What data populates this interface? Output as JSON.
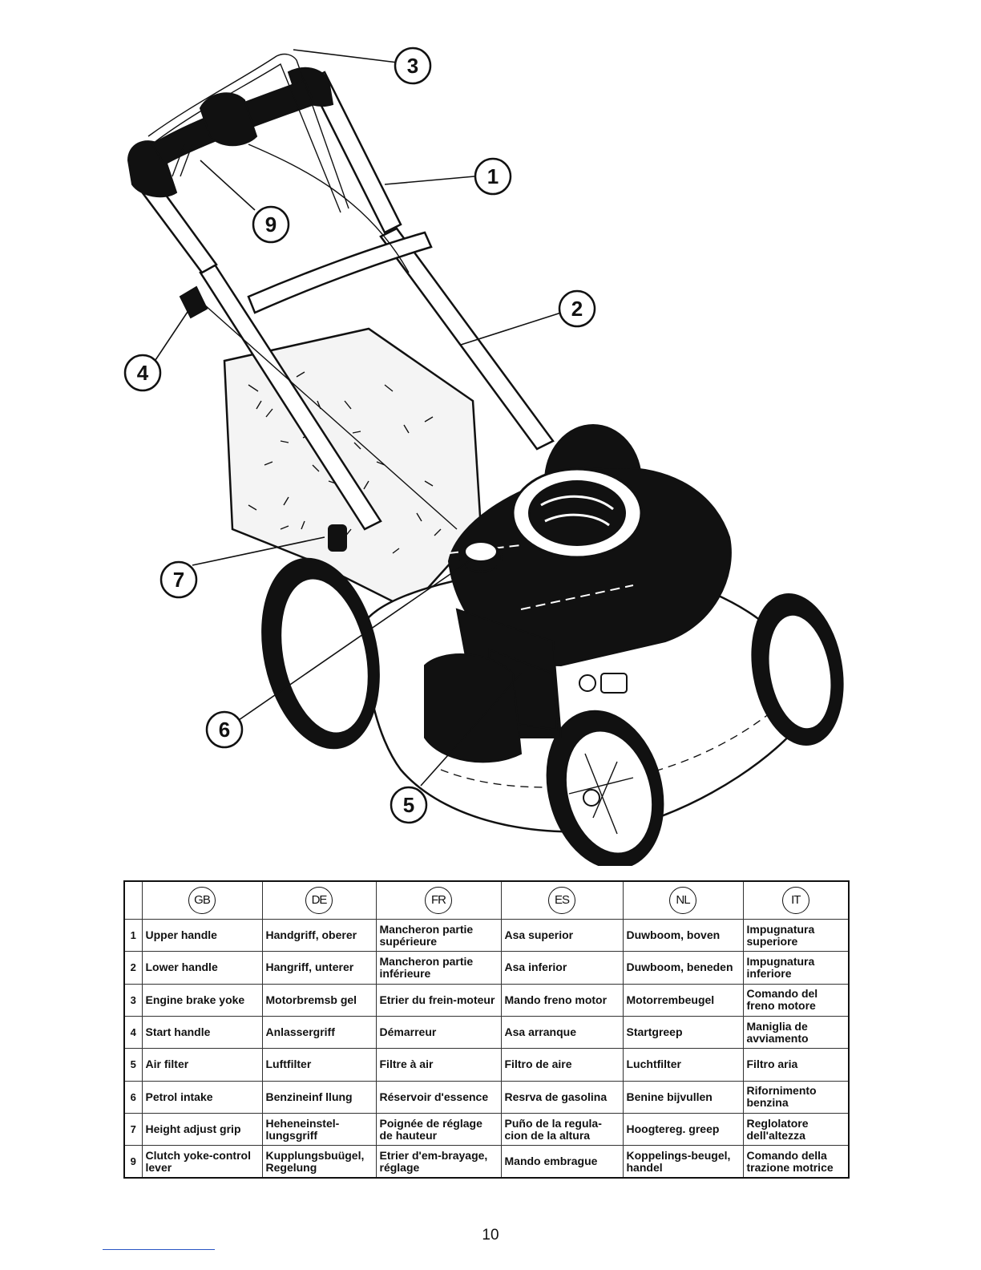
{
  "callouts": [
    "3",
    "1",
    "9",
    "2",
    "4",
    "7",
    "6",
    "5"
  ],
  "table": {
    "languages": [
      "GB",
      "DE",
      "FR",
      "ES",
      "NL",
      "IT"
    ],
    "rows": [
      {
        "num": "1",
        "cells": [
          "Upper handle",
          "Handgriff, oberer",
          "Mancheron partie supérieure",
          "Asa superior",
          "Duwboom, boven",
          "Impugnatura superiore"
        ]
      },
      {
        "num": "2",
        "cells": [
          "Lower handle",
          "Hangriff, unterer",
          "Mancheron partie inférieure",
          "Asa inferior",
          "Duwboom, beneden",
          "Impugnatura inferiore"
        ]
      },
      {
        "num": "3",
        "cells": [
          "Engine brake yoke",
          "Motorbremsb gel",
          "Etrier du frein-moteur",
          "Mando freno motor",
          "Motorrembeugel",
          "Comando del freno motore"
        ]
      },
      {
        "num": "4",
        "cells": [
          "Start handle",
          "Anlassergriff",
          "Démarreur",
          "Asa arranque",
          "Startgreep",
          "Maniglia de avviamento"
        ]
      },
      {
        "num": "5",
        "cells": [
          "Air filter",
          "Luftfilter",
          "Filtre à air",
          "Filtro de aire",
          "Luchtfilter",
          "Filtro aria"
        ]
      },
      {
        "num": "6",
        "cells": [
          "Petrol intake",
          "Benzineinf llung",
          "Réservoir d'essence",
          "Resrva de gasolina",
          "Benine bijvullen",
          "Rifornimento benzina"
        ]
      },
      {
        "num": "7",
        "cells": [
          "Height adjust grip",
          "Heheneinstel-lungsgriff",
          "Poignée de réglage de hauteur",
          "Puño de la regula-cion de la altura",
          "Hoogtereg. greep",
          "Reglolatore dell'altezza"
        ]
      },
      {
        "num": "9",
        "cells": [
          "Clutch yoke-control lever",
          "Kupplungsbuügel, Regelung",
          "Etrier d'em-brayage, réglage",
          "Mando embrague",
          "Koppelings-beugel, handel",
          "Comando della trazione motrice"
        ]
      }
    ]
  },
  "page_number": "10"
}
